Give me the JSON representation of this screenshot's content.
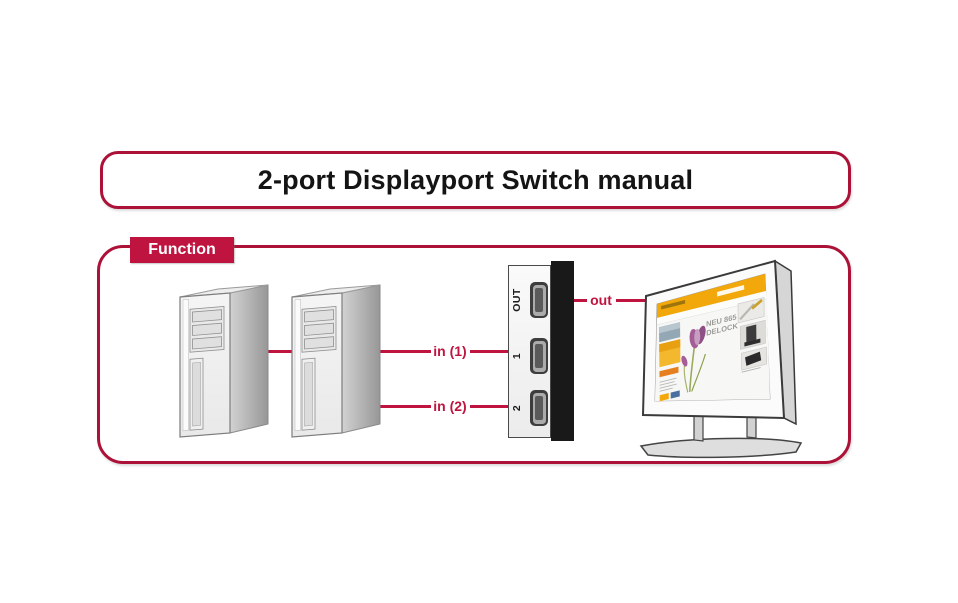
{
  "title_box": {
    "title": "2-port Displayport Switch manual"
  },
  "function_section": {
    "label": "Function"
  },
  "switch_device": {
    "ports": [
      {
        "label": "OUT"
      },
      {
        "label": "1"
      },
      {
        "label": "2"
      }
    ]
  },
  "connections": {
    "in1_label": "in (1)",
    "in2_label": "in (2)",
    "out_label": "out"
  },
  "monitor_screen": {
    "headline_line1": "NEU 865",
    "headline_line2": "DELOCK"
  },
  "colors": {
    "accent_red": "#c01440",
    "box_border_red": "#ac1238",
    "switch_body_black": "#191919",
    "screen_header_yellow": "#f2a70a"
  }
}
